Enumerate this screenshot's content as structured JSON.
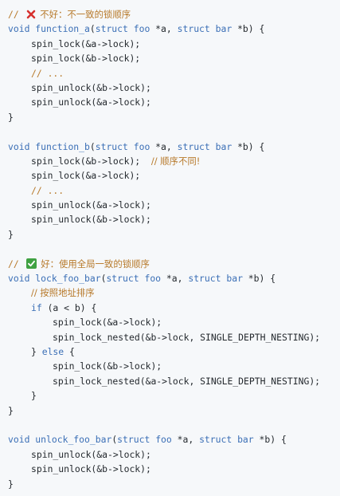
{
  "colors": {
    "background": "#f6f8fa",
    "comment": "#b7792a",
    "keyword": "#3b6fb6",
    "text": "#24292e",
    "bad_icon": "#d6312f",
    "good_icon": "#3fa142"
  },
  "icons": {
    "bad": "cross-mark-icon",
    "good": "check-mark-icon"
  },
  "lines": {
    "c1_prefix": "// ",
    "c1_text": " 不好：不一致的锁顺序",
    "fa_kw_void": "void",
    "fa_name": "function_a",
    "fa_p1": "(",
    "fa_kw_struct1": "struct",
    "fa_type1": "foo",
    "fa_p2": " *a, ",
    "fa_kw_struct2": "struct",
    "fa_type2": "bar",
    "fa_p3": " *b) {",
    "fa_l1": "spin_lock(&a->lock);",
    "fa_l2": "spin_lock(&b->lock);",
    "fa_l3": "// ...",
    "fa_l4": "spin_unlock(&b->lock);",
    "fa_l5": "spin_unlock(&a->lock);",
    "fa_close": "}",
    "fb_kw_void": "void",
    "fb_name": "function_b",
    "fb_p1": "(",
    "fb_kw_struct1": "struct",
    "fb_type1": "foo",
    "fb_p2": " *a, ",
    "fb_kw_struct2": "struct",
    "fb_type2": "bar",
    "fb_p3": " *b) {",
    "fb_l1": "spin_lock(&b->lock);  ",
    "fb_l1_comment": "// 顺序不同!",
    "fb_l2": "spin_lock(&a->lock);",
    "fb_l3": "// ...",
    "fb_l4": "spin_unlock(&a->lock);",
    "fb_l5": "spin_unlock(&b->lock);",
    "fb_close": "}",
    "c2_prefix": "// ",
    "c2_text": " 好：使用全局一致的锁顺序",
    "lf_kw_void": "void",
    "lf_name": "lock_foo_bar",
    "lf_p1": "(",
    "lf_kw_struct1": "struct",
    "lf_type1": "foo",
    "lf_p2": " *a, ",
    "lf_kw_struct2": "struct",
    "lf_type2": "bar",
    "lf_p3": " *b) {",
    "lf_c": "// 按照地址排序",
    "lf_if_kw": "if",
    "lf_if_rest": " (a < b) {",
    "lf_i1": "spin_lock(&a->lock);",
    "lf_i2": "spin_lock_nested(&b->lock, SINGLE_DEPTH_NESTING);",
    "lf_else_open": "} ",
    "lf_else_kw": "else",
    "lf_else_rest": " {",
    "lf_e1": "spin_lock(&b->lock);",
    "lf_e2": "spin_lock_nested(&a->lock, SINGLE_DEPTH_NESTING);",
    "lf_inner_close": "}",
    "lf_close": "}",
    "uf_kw_void": "void",
    "uf_name": "unlock_foo_bar",
    "uf_p1": "(",
    "uf_kw_struct1": "struct",
    "uf_type1": "foo",
    "uf_p2": " *a, ",
    "uf_kw_struct2": "struct",
    "uf_type2": "bar",
    "uf_p3": " *b) {",
    "uf_l1": "spin_unlock(&a->lock);",
    "uf_l2": "spin_unlock(&b->lock);",
    "uf_close": "}"
  }
}
